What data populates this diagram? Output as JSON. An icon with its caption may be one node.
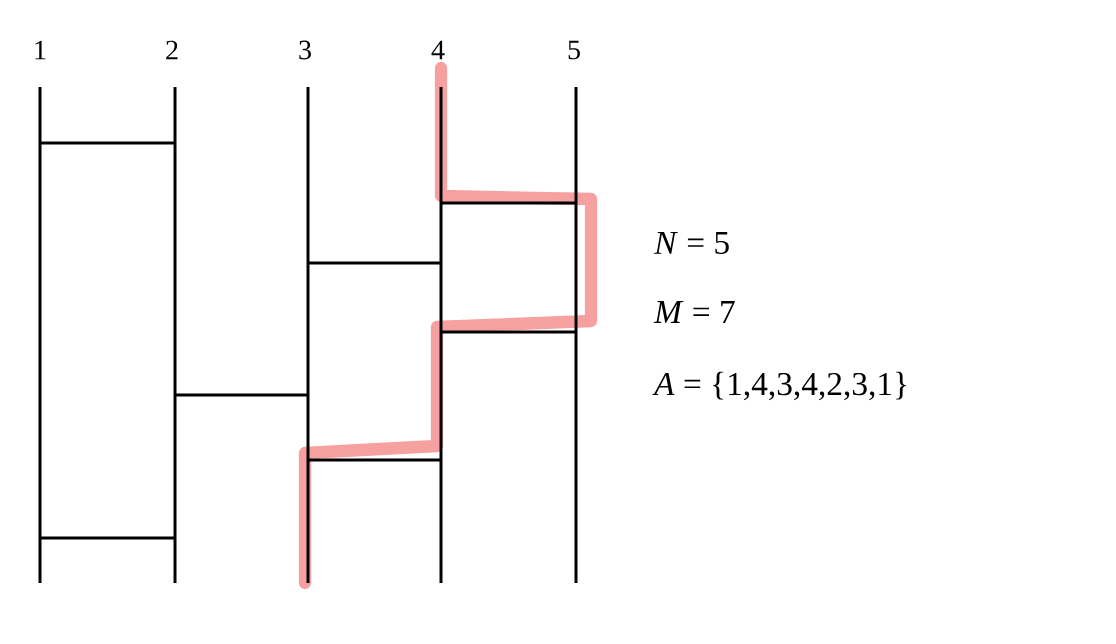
{
  "diagram": {
    "labels": [
      "1",
      "2",
      "3",
      "4",
      "5",
      "*N* = 5",
      "*M* = 7",
      "*A* = {1,4,3,4,2,3,1}"
    ]
  }
}
